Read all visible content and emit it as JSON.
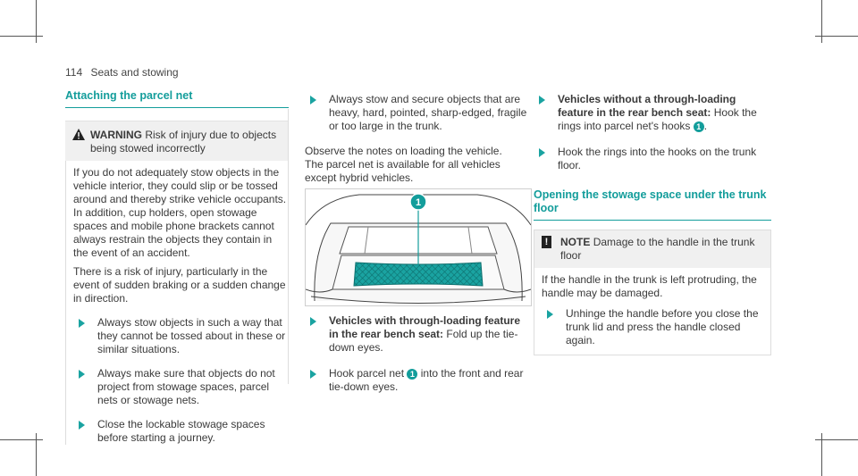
{
  "header": {
    "page_number": "114",
    "section": "Seats and stowing"
  },
  "left": {
    "heading": "Attaching the parcel net",
    "warning": {
      "label": "WARNING",
      "title_text": "Risk of injury due to objects being stowed incorrectly",
      "para1": "If you do not adequately stow objects in the vehicle interior, they could slip or be tossed around and thereby strike vehicle occupants. In addition, cup holders, open stowage spaces and mobile phone brackets cannot always restrain the objects they contain in the event of an accident.",
      "para2": "There is a risk of injury, particularly in the event of sudden braking or a sudden change in direction.",
      "steps": [
        "Always stow objects in such a way that they cannot be tossed about in these or similar situations.",
        "Always make sure that objects do not project from stowage spaces, parcel nets or stowage nets.",
        "Close the lockable stowage spaces before starting a journey."
      ]
    }
  },
  "middle": {
    "step1": "Always stow and secure objects that are heavy, hard, pointed, sharp-edged, fragile or too large in the trunk.",
    "observe": "Observe the notes on loading the vehicle.",
    "availability": "The parcel net is available for all vehicles except hybrid vehicles.",
    "figure_callout": "1",
    "step2_bold": "Vehicles with through-loading feature in the rear bench seat:",
    "step2_text": "Fold up the tie-down eyes.",
    "step3_a": "Hook parcel net",
    "step3_num": "1",
    "step3_b": "into the front and rear tie-down eyes."
  },
  "right": {
    "step1_bold": "Vehicles without a through-loading feature in the rear bench seat:",
    "step1_text": "Hook the rings into parcel net's hooks",
    "step1_num": "1",
    "step1_end": ".",
    "step2": "Hook the rings into the hooks on the trunk floor.",
    "heading": "Opening the stowage space under the trunk floor",
    "note": {
      "label": "NOTE",
      "title_text": "Damage to the handle in the trunk floor",
      "para": "If the handle in the trunk is left protruding, the handle may be damaged.",
      "step": "Unhinge the handle before you close the trunk lid and press the handle closed again."
    }
  },
  "colors": {
    "accent": "#139d9b",
    "box_bg": "#f0f0f0"
  }
}
